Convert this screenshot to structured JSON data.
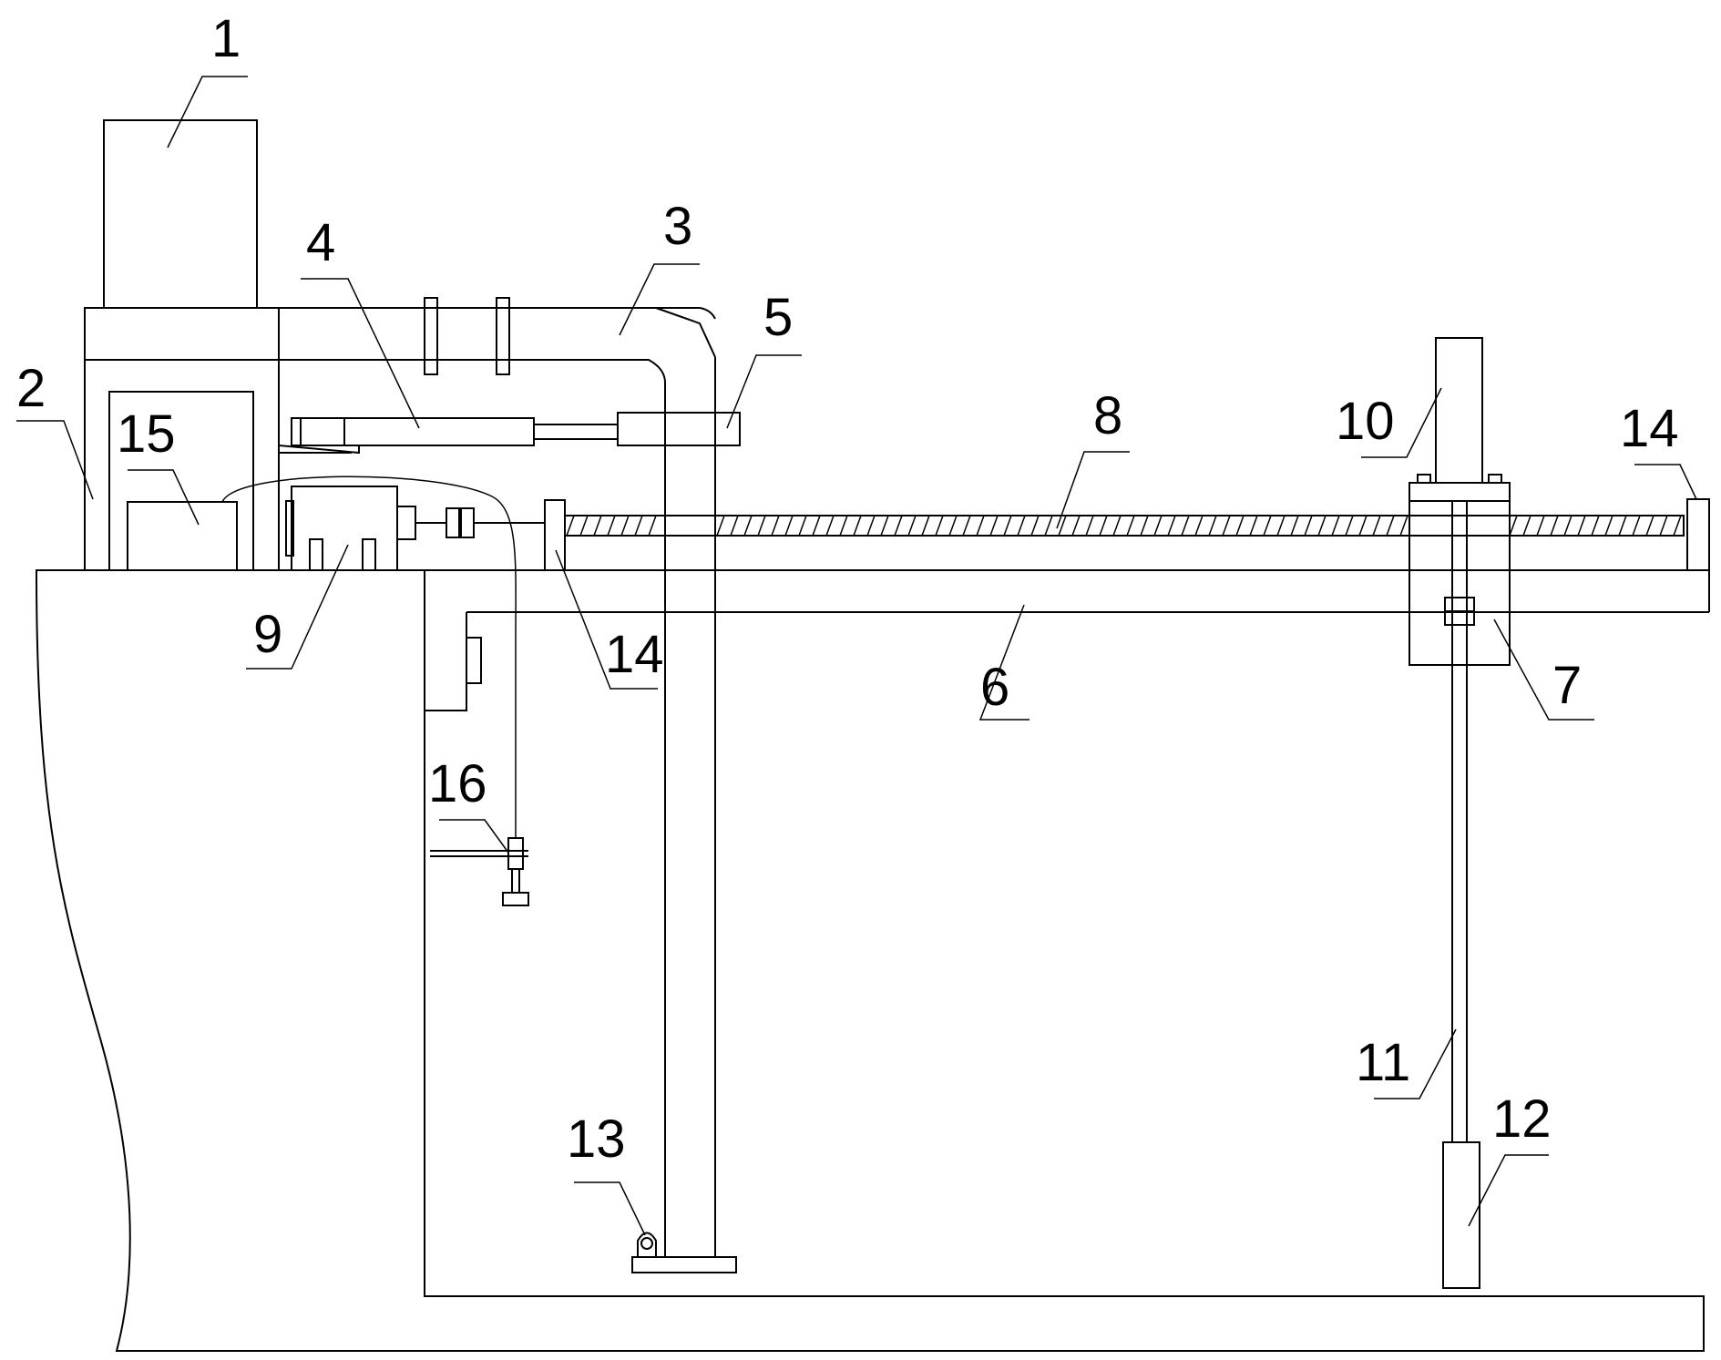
{
  "labels": {
    "l1": "1",
    "l2": "2",
    "l3": "3",
    "l4": "4",
    "l5": "5",
    "l6": "6",
    "l7": "7",
    "l8": "8",
    "l9": "9",
    "l10": "10",
    "l11": "11",
    "l12": "12",
    "l13": "13",
    "l14a": "14",
    "l14b": "14",
    "l15": "15",
    "l16": "16"
  },
  "colors": {
    "line": "#000000",
    "background": "#ffffff"
  }
}
